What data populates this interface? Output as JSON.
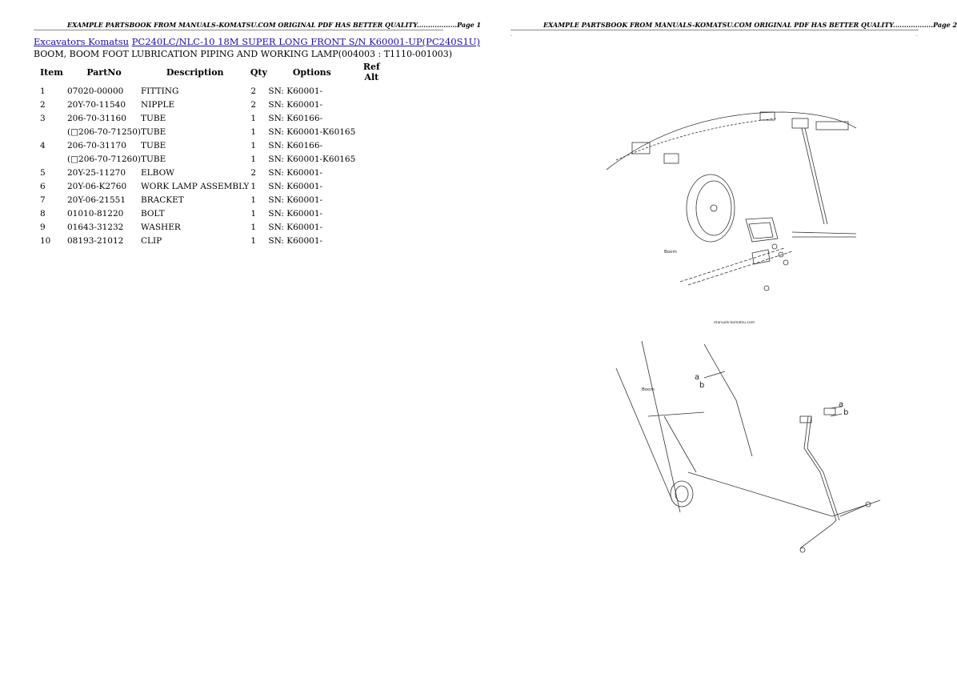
{
  "page1": {
    "header": "EXAMPLE PARTSBOOK FROM MANUALS-KOMATSU.COM ORIGINAL PDF HAS BETTER QUALITY..................Page 1",
    "breadcrumb": {
      "link1": "Excavators Komatsu",
      "link2": "PC240LC/NLC-10 18M SUPER LONG FRONT S/N K60001-UP(PC240S1U)"
    },
    "subtitle": "BOOM, BOOM FOOT LUBRICATION PIPING AND WORKING LAMP(004003 : T1110-001003)",
    "table": {
      "headers": [
        "Item",
        "PartNo",
        "Description",
        "Qty",
        "Options",
        "Ref Alt"
      ],
      "rows": [
        {
          "item": "1",
          "partno": "07020-00000",
          "desc": "FITTING",
          "qty": "2",
          "options": "SN: K60001-"
        },
        {
          "item": "2",
          "partno": "20Y-70-11540",
          "desc": "NIPPLE",
          "qty": "2",
          "options": "SN: K60001-"
        },
        {
          "item": "3",
          "partno": "206-70-31160",
          "desc": "TUBE",
          "qty": "1",
          "options": "SN: K60166-"
        },
        {
          "item": "",
          "partno": "(□206-70-71250)",
          "desc": "TUBE",
          "qty": "1",
          "options": "SN: K60001-K60165"
        },
        {
          "item": "4",
          "partno": "206-70-31170",
          "desc": "TUBE",
          "qty": "1",
          "options": "SN: K60166-"
        },
        {
          "item": "",
          "partno": "(□206-70-71260)",
          "desc": "TUBE",
          "qty": "1",
          "options": "SN: K60001-K60165"
        },
        {
          "item": "5",
          "partno": "20Y-25-11270",
          "desc": "ELBOW",
          "qty": "2",
          "options": "SN: K60001-"
        },
        {
          "item": "6",
          "partno": "20Y-06-K2760",
          "desc": "WORK LAMP ASSEMBLY",
          "qty": "1",
          "options": "SN: K60001-"
        },
        {
          "item": "7",
          "partno": "20Y-06-21551",
          "desc": "BRACKET",
          "qty": "1",
          "options": "SN: K60001-"
        },
        {
          "item": "8",
          "partno": "01010-81220",
          "desc": "BOLT",
          "qty": "1",
          "options": "SN: K60001-"
        },
        {
          "item": "9",
          "partno": "01643-31232",
          "desc": "WASHER",
          "qty": "1",
          "options": "SN: K60001-"
        },
        {
          "item": "10",
          "partno": "08193-21012",
          "desc": "CLIP",
          "qty": "1",
          "options": "SN: K60001-"
        }
      ]
    }
  },
  "page2": {
    "header": "EXAMPLE PARTSBOOK FROM MANUALS-KOMATSU.COM ORIGINAL PDF HAS BETTER QUALITY..................Page 2",
    "drawing": {
      "label_boom_top": "Boom",
      "label_boom_bottom": "Boom",
      "label_a1": "a",
      "label_b1": "b",
      "label_a2": "a",
      "label_b2": "b",
      "watermark": "manuals-komatsu.com"
    }
  }
}
